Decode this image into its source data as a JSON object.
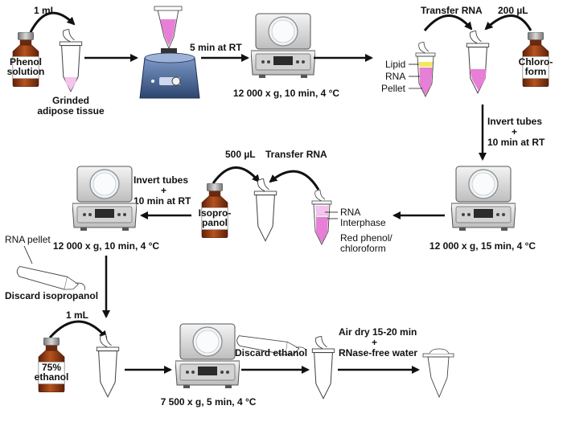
{
  "colors": {
    "amber": "#7a2e10",
    "amber_light": "#b5541f",
    "cap_grey": "#9c9c9c",
    "label_bg": "#ffffff",
    "pink": "#e77fd6",
    "pink_light": "#f5c3ee",
    "yellow": "#f3e85a",
    "centrifuge_body": "#e6e6e6",
    "vortex_blue": "#3d5a8c",
    "arrow": "#111111"
  },
  "row1": {
    "vol_1ml": "1 mL",
    "phenol_bottle": [
      "Phenol",
      "solution"
    ],
    "tissue_label": [
      "Grinded",
      "adipose tissue"
    ],
    "step_5min": "5 min at RT",
    "spin1": "12 000 x g, 10 min, 4 °C",
    "transfer_rna": "Transfer RNA",
    "vol_200": "200 µL",
    "layers": [
      "Lipid",
      "RNA",
      "Pellet"
    ],
    "chloroform_bottle": [
      "Chloro-",
      "form"
    ]
  },
  "row1to2": {
    "invert": [
      "Invert tubes",
      "+",
      "10 min at RT"
    ]
  },
  "row2": {
    "spin2": "12 000 x g, 15 min, 4 °C",
    "layers": [
      "RNA",
      "Interphase",
      "Red phenol/",
      "chloroform"
    ],
    "vol_500": "500 µL",
    "transfer_rna": "Transfer RNA",
    "isopropanol_bottle": [
      "Isopro-",
      "panol"
    ],
    "invert": [
      "Invert tubes",
      "+",
      "10 min at RT"
    ],
    "spin3": "12 000 x g, 10 min, 4 °C",
    "rna_pellet": "RNA pellet",
    "discard_isopropanol": "Discard isopropanol"
  },
  "row3": {
    "vol_1ml": "1 mL",
    "ethanol_bottle": [
      "75%",
      "ethanol"
    ],
    "spin4": "7 500 x g, 5 min, 4 °C",
    "discard_ethanol": "Discard ethanol",
    "airdry": [
      "Air dry 15-20 min",
      "+",
      "RNase-free water"
    ]
  }
}
